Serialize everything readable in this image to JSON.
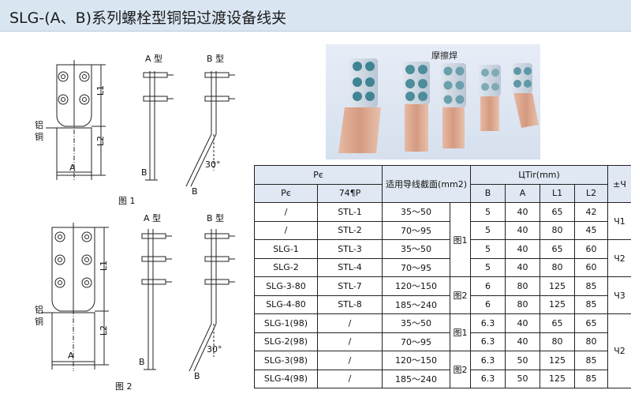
{
  "header": {
    "title": "SLG-(A、B)系列螺栓型铜铝过渡设备线夹"
  },
  "figure1": {
    "label_a_type": "A 型",
    "label_b_type": "B 型",
    "dim_l1": "L1",
    "dim_l2": "L2",
    "dim_a": "A",
    "dim_b": "B",
    "angle": "30°",
    "aluminum": "铝",
    "copper": "铜",
    "caption": "图 1"
  },
  "figure2": {
    "label_a_type": "A 型",
    "label_b_type": "B 型",
    "dim_l1": "L1",
    "dim_l2": "L2",
    "dim_a": "A",
    "dim_b": "B",
    "angle": "30°",
    "aluminum": "铝",
    "copper": "铜",
    "caption": "图 2"
  },
  "photo": {
    "caption": "摩擦焊"
  },
  "table": {
    "header_model": "Pє",
    "header_dims": "ЦTir(mm)",
    "header_section": "适用导线截面(mm2)",
    "header_weight": "±Ч",
    "sub_col1": "Pє",
    "sub_col2": "74¶P",
    "sub_b": "B",
    "sub_a": "A",
    "sub_l1": "L1",
    "sub_l2": "L2",
    "rows": [
      {
        "m1": "/",
        "m2": "STL-1",
        "sec": "35～50",
        "fig": "图1",
        "b": "5",
        "a": "40",
        "l1": "65",
        "l2": "42",
        "w": "Ч1"
      },
      {
        "m1": "/",
        "m2": "STL-2",
        "sec": "70～95",
        "b": "5",
        "a": "40",
        "l1": "80",
        "l2": "45"
      },
      {
        "m1": "SLG-1",
        "m2": "STL-3",
        "sec": "35～50",
        "b": "5",
        "a": "40",
        "l1": "65",
        "l2": "60",
        "w": "Ч2"
      },
      {
        "m1": "SLG-2",
        "m2": "STL-4",
        "sec": "70～95",
        "b": "5",
        "a": "40",
        "l1": "80",
        "l2": "60"
      },
      {
        "m1": "SLG-3-80",
        "m2": "STL-7",
        "sec": "120～150",
        "fig": "图2",
        "b": "6",
        "a": "80",
        "l1": "125",
        "l2": "85",
        "w": "Ч3"
      },
      {
        "m1": "SLG-4-80",
        "m2": "STL-8",
        "sec": "185～240",
        "b": "6",
        "a": "80",
        "l1": "125",
        "l2": "85"
      },
      {
        "m1": "SLG-1(98)",
        "m2": "/",
        "sec": "35～50",
        "fig": "图1",
        "b": "6.3",
        "a": "40",
        "l1": "65",
        "l2": "65",
        "w": "Ч2"
      },
      {
        "m1": "SLG-2(98)",
        "m2": "/",
        "sec": "70～95",
        "b": "6.3",
        "a": "40",
        "l1": "80",
        "l2": "80"
      },
      {
        "m1": "SLG-3(98)",
        "m2": "/",
        "sec": "120～150",
        "fig": "图2",
        "b": "6.3",
        "a": "50",
        "l1": "125",
        "l2": "85"
      },
      {
        "m1": "SLG-4(98)",
        "m2": "/",
        "sec": "185～240",
        "b": "6.3",
        "a": "50",
        "l1": "125",
        "l2": "85"
      }
    ]
  },
  "colors": {
    "header_bg": "#d9e6f2",
    "table_header_bg": "#dfe8f3",
    "copper": "#d9a58c",
    "aluminum": "#5e9aaa"
  }
}
